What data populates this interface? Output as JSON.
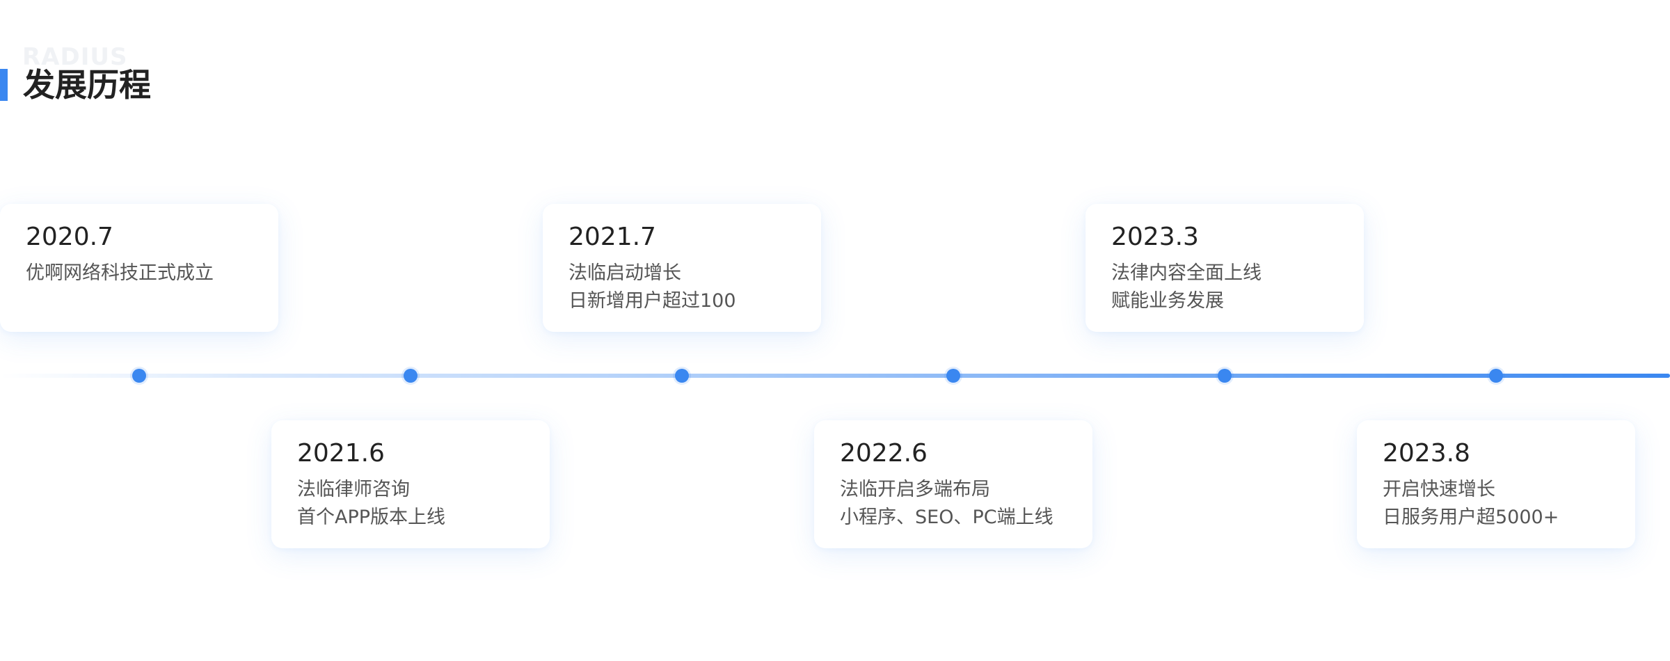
{
  "header": {
    "bg_text": "RADIUS",
    "title": "发展历程"
  },
  "milestones": [
    {
      "date": "2020.7",
      "lines": [
        "优啊网络科技正式成立"
      ]
    },
    {
      "date": "2021.6",
      "lines": [
        "法临律师咨询",
        "首个APP版本上线"
      ]
    },
    {
      "date": "2021.7",
      "lines": [
        "法临启动增长",
        "日新增用户超过100"
      ]
    },
    {
      "date": "2022.6",
      "lines": [
        "法临开启多端布局",
        "小程序、SEO、PC端上线"
      ]
    },
    {
      "date": "2023.3",
      "lines": [
        "法律内容全面上线",
        "赋能业务发展"
      ]
    },
    {
      "date": "2023.8",
      "lines": [
        "开启快速增长",
        "日服务用户超5000+"
      ]
    }
  ],
  "colors": {
    "accent": "#3a87f0",
    "title_text": "#222222",
    "body_text": "#555555"
  }
}
